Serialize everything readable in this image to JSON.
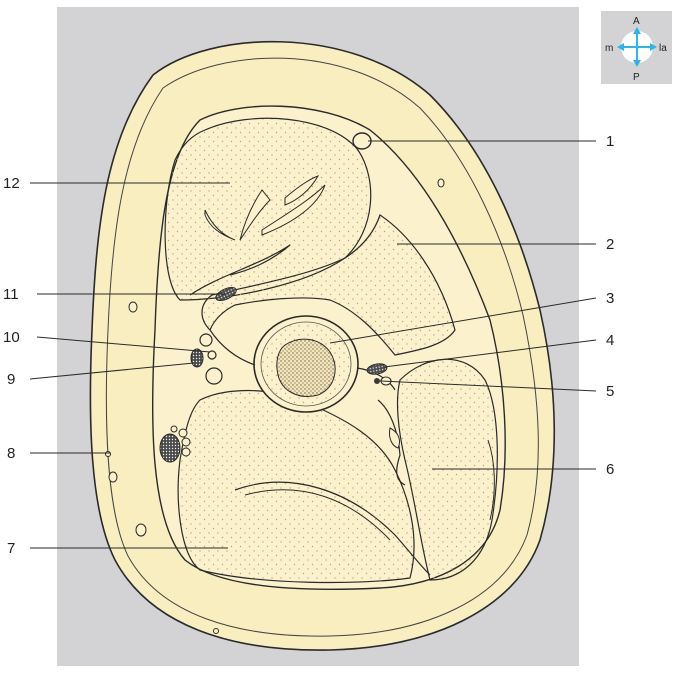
{
  "figure": {
    "orientation": {
      "anterior": "A",
      "posterior": "P",
      "medial": "m",
      "lateral": "la"
    },
    "labels": [
      "1",
      "2",
      "3",
      "4",
      "5",
      "6",
      "7",
      "8",
      "9",
      "10",
      "11",
      "12"
    ]
  },
  "colors": {
    "background_panel": "#d3d3d5",
    "skin_fat": "#f8eec0",
    "muscle": "#fbf2cd",
    "outline": "#2a2a2a",
    "vessel_dark": "#3a3a3a",
    "compass_arrow": "#29b6e8"
  }
}
